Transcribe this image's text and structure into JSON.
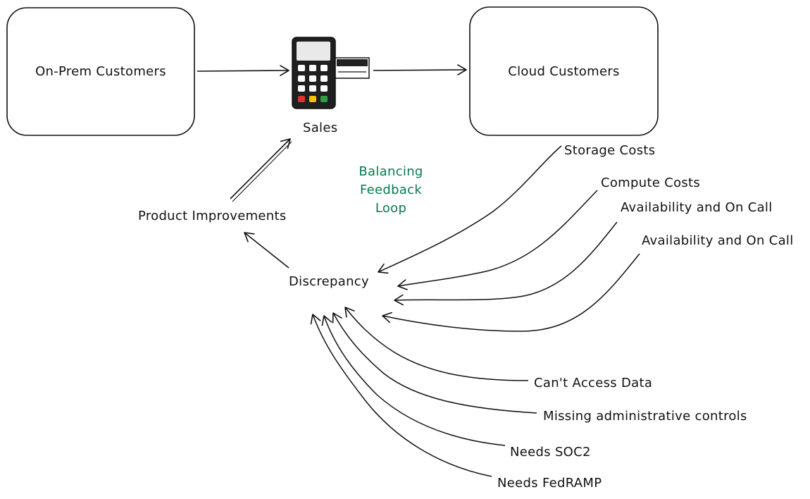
{
  "nodes": {
    "on_prem": "On-Prem Customers",
    "cloud": "Cloud Customers",
    "sales": "Sales",
    "product_improvements": "Product Improvements",
    "discrepancy": "Discrepancy"
  },
  "loop_label": {
    "line1": "Balancing",
    "line2": "Feedback",
    "line3": "Loop"
  },
  "top_issues": [
    "Storage Costs",
    "Compute Costs",
    "Availability and On Call",
    "Availability and On Call"
  ],
  "bottom_issues": [
    "Can't Access Data",
    "Missing administrative controls",
    "Needs SOC2",
    "Needs FedRAMP"
  ],
  "icons": {
    "payment_terminal": "payment-terminal-icon"
  },
  "colors": {
    "stroke": "#111111",
    "loop_label": "#0b7a4b",
    "key_red": "#e03131",
    "key_yellow": "#f2c200",
    "key_green": "#2f9e44"
  }
}
